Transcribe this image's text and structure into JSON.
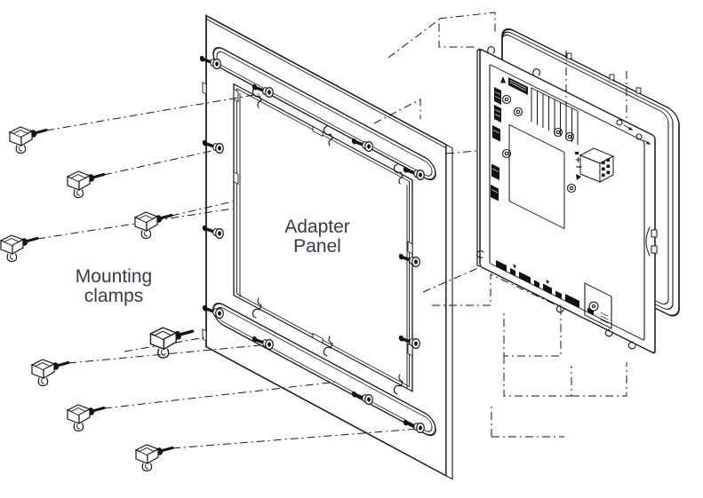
{
  "figure": {
    "type": "exploded-installation-diagram",
    "labels": {
      "mounting_clamps_line1": "Mounting",
      "mounting_clamps_line2": "clamps",
      "adapter_panel_line1": "Adapter",
      "adapter_panel_line2": "Panel"
    },
    "colors": {
      "line": "#161616",
      "text": "#363b47",
      "background": "#ffffff",
      "solid_fill": "#111111"
    },
    "parts": {
      "mounting_clamp_count": 8,
      "panel_screw_count": 12,
      "components": [
        "mounting-clamp",
        "adapter-panel",
        "panel-screw",
        "device-rear-view",
        "alignment-lines"
      ]
    }
  }
}
